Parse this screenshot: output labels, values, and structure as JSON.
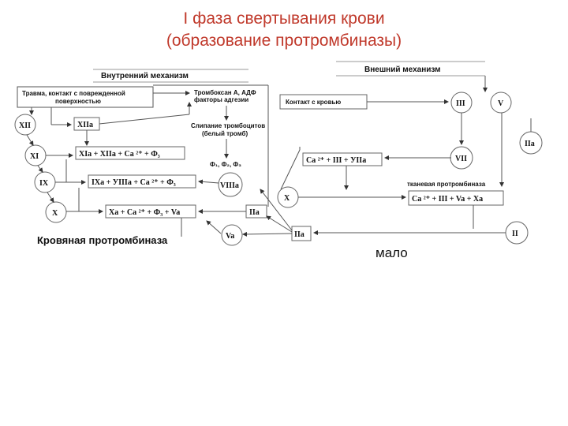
{
  "title": {
    "line1": "I фаза свертывания крови",
    "line2": "(образование протромбиназы)",
    "color": "#c0392b"
  },
  "intrinsic": {
    "header": "Внутренний механизм",
    "trauma_line1": "Травма, контакт с поврежденной",
    "trauma_line2": "поверхностью",
    "thrombo_line1": "Тромбоксан А, АДФ",
    "thrombo_line2": "факторы адгезии",
    "merge_line1": "Слипание тромбоцитов",
    "merge_line2": "(белый тромб)",
    "phi": "Ф₁, Ф₂, Ф₃",
    "f12": "XII",
    "f12a": "XIIa",
    "f11": "XI",
    "eq11": "XIa + XIIa + Ca ²⁺ + Ф₃",
    "f9": "IX",
    "eq9": "IXa + УIIIa + Ca ²⁺ + Ф₃",
    "f8a": "VIIIa",
    "f10": "X",
    "eq10": "Xa + Ca ²⁺ + Ф₃ + Va",
    "f2a": "IIa",
    "f5a": "Va",
    "result": "Кровяная протромбиназа"
  },
  "extrinsic": {
    "header": "Внешний механизм",
    "contact": "Контакт с кровью",
    "f3": "III",
    "f5": "V",
    "f2a_right": "IIa",
    "f7": "VII",
    "eq7": "Ca ²⁺ + III + УIIa",
    "f10": "X",
    "tissue_label": "тканевая протромбиназа",
    "eq_tissue": "Ca ²⁺ + III + Va + Xa",
    "f2": "II",
    "f2a_small": "IIa",
    "malo": "мало"
  }
}
